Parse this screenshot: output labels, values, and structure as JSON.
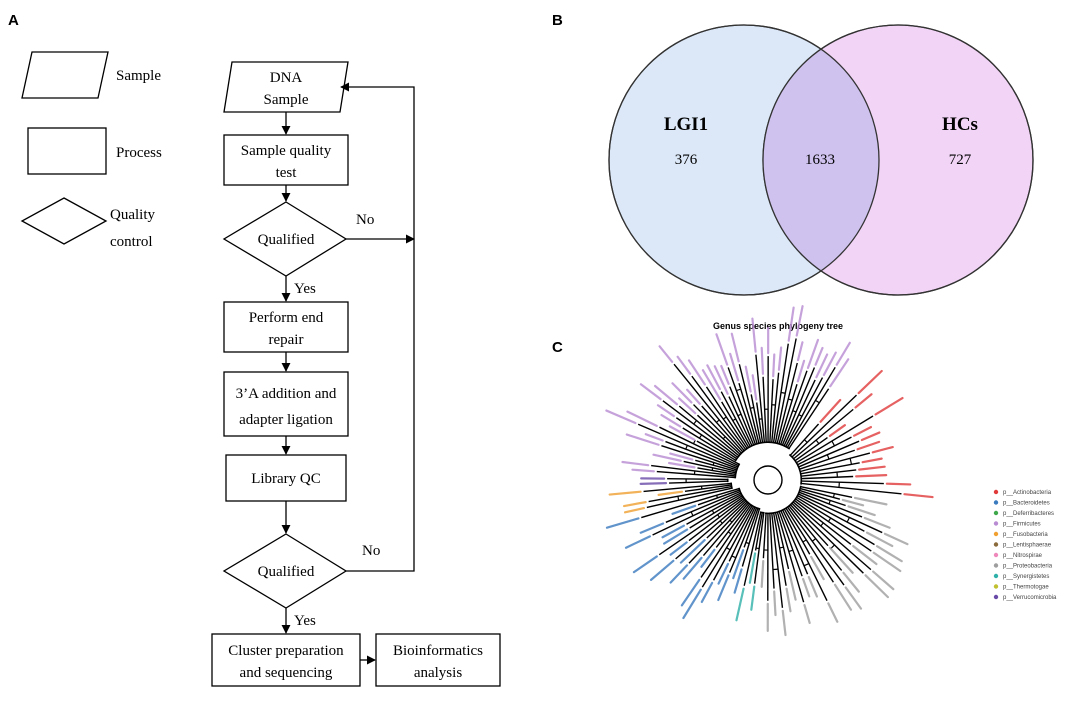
{
  "panels": {
    "a": "A",
    "b": "B",
    "c": "C"
  },
  "legend": {
    "sample": "Sample",
    "process": "Process",
    "quality_line1": "Quality",
    "quality_line2": "control"
  },
  "flow": {
    "dna_line1": "DNA",
    "dna_line2": "Sample",
    "sqt_line1": "Sample quality",
    "sqt_line2": "test",
    "qualified1": "Qualified",
    "no1": "No",
    "yes1": "Yes",
    "repair_line1": "Perform end",
    "repair_line2": "repair",
    "adapter_line1": "3’A addition and",
    "adapter_line2": "adapter ligation",
    "libqc": "Library QC",
    "qualified2": "Qualified",
    "no2": "No",
    "yes2": "Yes",
    "cluster_line1": "Cluster preparation",
    "cluster_line2": "and sequencing",
    "bio_line1": "Bioinformatics",
    "bio_line2": "analysis"
  },
  "venn": {
    "left_label": "LGI1",
    "right_label": "HCs",
    "left_only": "376",
    "shared": "1633",
    "right_only": "727",
    "left_color": "#dce8f8",
    "right_color": "#f2d4f6",
    "overlap_color": "#cfc2ee"
  },
  "tree": {
    "title": "Genus species phylogeny tree",
    "legend": [
      {
        "label": "p__Actinobacteria",
        "color": "#e03a3a"
      },
      {
        "label": "p__Bacteroidetes",
        "color": "#3a7abf"
      },
      {
        "label": "p__Deferribacteres",
        "color": "#3ea84a"
      },
      {
        "label": "p__Firmicutes",
        "color": "#b98bd3"
      },
      {
        "label": "p__Fusobacteria",
        "color": "#f0a030"
      },
      {
        "label": "p__Lentisphaerae",
        "color": "#8a6a3a"
      },
      {
        "label": "p__Nitrospirae",
        "color": "#ee88bb"
      },
      {
        "label": "p__Proteobacteria",
        "color": "#9e9e9e"
      },
      {
        "label": "p__Synergistetes",
        "color": "#2fb0a8"
      },
      {
        "label": "p__Thermotogae",
        "color": "#c0c030"
      },
      {
        "label": "p__Verrucomicrobia",
        "color": "#6a4aa8"
      }
    ]
  }
}
